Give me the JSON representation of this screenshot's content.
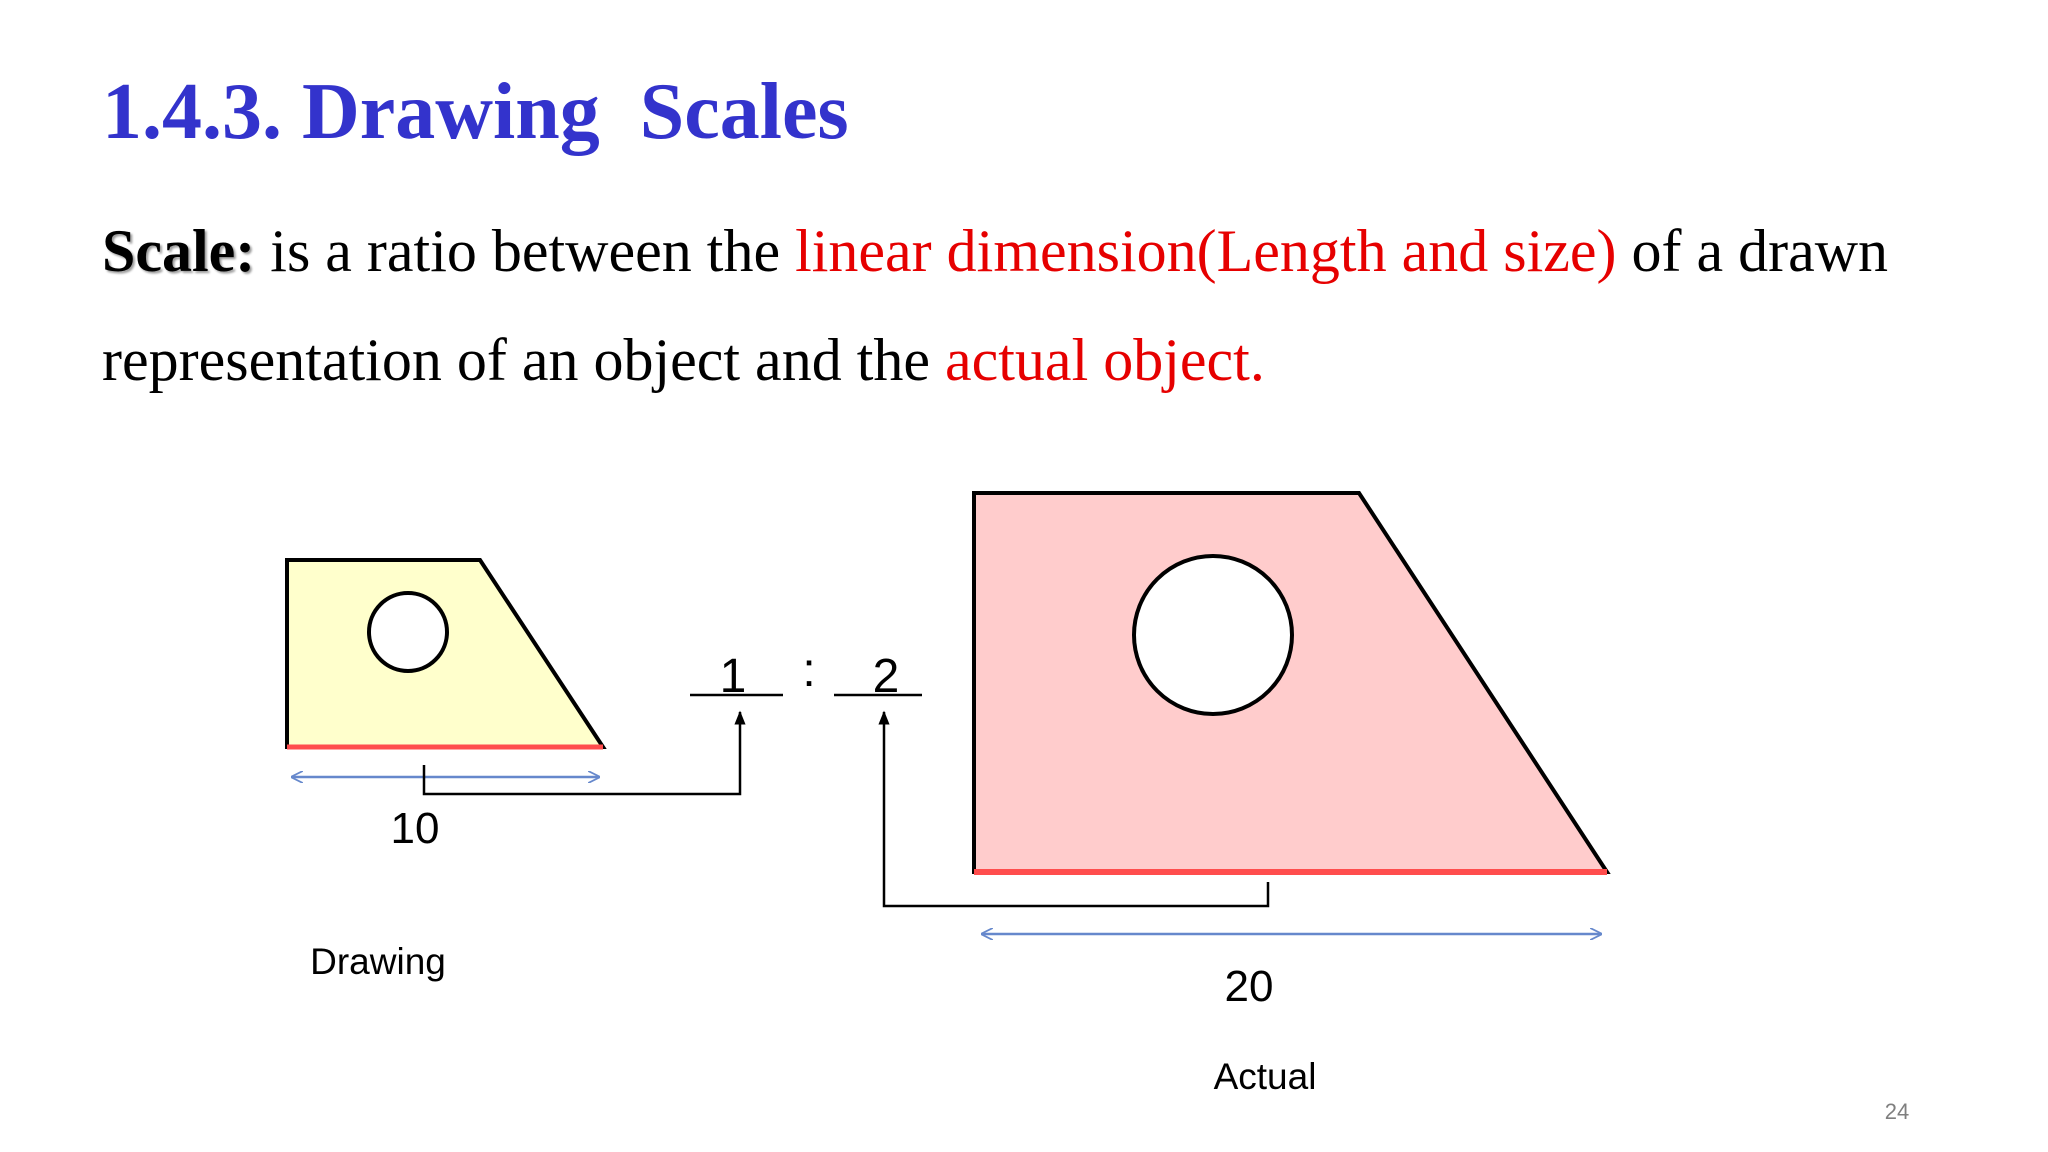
{
  "slide": {
    "title": "1.4.3. Drawing  Scales",
    "body": {
      "term": "Scale:",
      "part1": " is a ratio between the ",
      "highlight1": "linear dimension(Length and size)",
      "part2": " of a drawn",
      "part3": "representation of an object and the ",
      "highlight2": "actual object."
    },
    "page_number": "24"
  },
  "diagram": {
    "drawing_dimension": "10",
    "drawing_label": "Drawing",
    "actual_dimension": "20",
    "actual_label": "Actual",
    "ratio_left": "1",
    "ratio_separator": ":",
    "ratio_right": "2",
    "colors": {
      "drawing_fill": "#ffffcc",
      "actual_fill": "#ffcccc",
      "base_edge": "#ff4d4d",
      "dimension_line": "#6688cc"
    }
  }
}
